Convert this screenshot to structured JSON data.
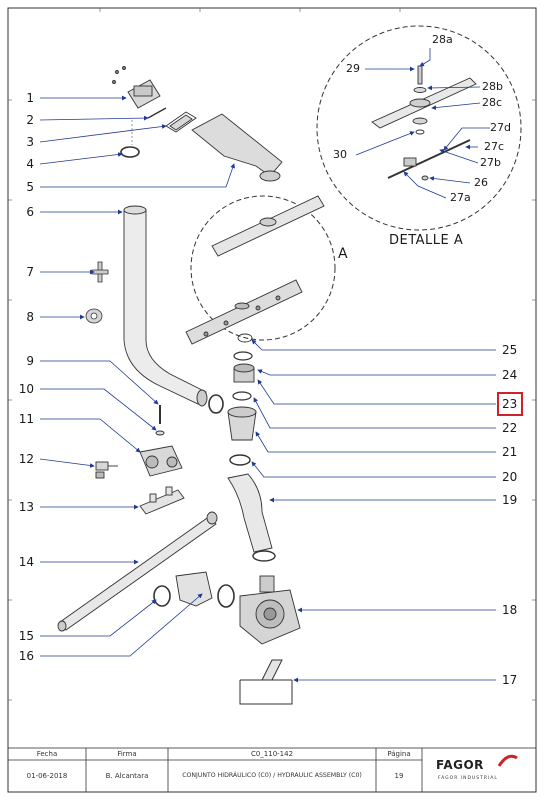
{
  "callouts_left": [
    {
      "id": "1",
      "label": "1"
    },
    {
      "id": "2",
      "label": "2"
    },
    {
      "id": "3",
      "label": "3"
    },
    {
      "id": "4",
      "label": "4"
    },
    {
      "id": "5",
      "label": "5"
    },
    {
      "id": "6",
      "label": "6"
    },
    {
      "id": "7",
      "label": "7"
    },
    {
      "id": "8",
      "label": "8"
    },
    {
      "id": "9",
      "label": "9"
    },
    {
      "id": "10",
      "label": "10"
    },
    {
      "id": "11",
      "label": "11"
    },
    {
      "id": "12",
      "label": "12"
    },
    {
      "id": "13",
      "label": "13"
    },
    {
      "id": "14",
      "label": "14"
    },
    {
      "id": "15",
      "label": "15"
    },
    {
      "id": "16",
      "label": "16"
    }
  ],
  "callouts_right": [
    {
      "id": "25",
      "label": "25"
    },
    {
      "id": "24",
      "label": "24"
    },
    {
      "id": "23",
      "label": "23"
    },
    {
      "id": "22",
      "label": "22"
    },
    {
      "id": "21",
      "label": "21"
    },
    {
      "id": "20",
      "label": "20"
    },
    {
      "id": "19",
      "label": "19"
    },
    {
      "id": "18",
      "label": "18"
    },
    {
      "id": "17",
      "label": "17"
    }
  ],
  "detail_callouts": {
    "c28a": "28a",
    "c29": "29",
    "c28b": "28b",
    "c28c": "28c",
    "c27d": "27d",
    "c30": "30",
    "c27c": "27c",
    "c27b": "27b",
    "c26": "26",
    "c27a": "27a"
  },
  "detail_title": "DETALLE A",
  "detail_marker": "A",
  "highlight": {
    "label": "23",
    "color": "#d0202a"
  },
  "title_block": {
    "fecha_header": "Fecha",
    "firma_header": "Firma",
    "code": "C0_110-142",
    "pagina_header": "Página",
    "fecha": "01-06-2018",
    "firma": "B. Alcantara",
    "description": "CONJUNTO HIDRÁULICO (C0) / HYDRAULIC ASSEMBLY (C0)",
    "pagina": "19",
    "brand": "FAGOR",
    "brand_sub": "FAGOR INDUSTRIAL"
  },
  "colors": {
    "leader": "#1f3a93",
    "line": "#222222",
    "highlight": "#d0202a"
  }
}
